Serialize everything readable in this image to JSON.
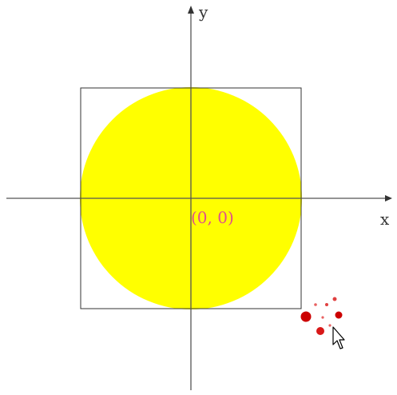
{
  "labels": {
    "x_axis": "x",
    "y_axis": "y",
    "origin": "(0, 0)"
  },
  "colors": {
    "circle_fill": "#ffff00",
    "square_stroke": "#333333",
    "axis_stroke": "#555555",
    "origin_text": "#e0508a",
    "click_dots": "#cc0000"
  },
  "icons": {
    "cursor": "arrow-cursor-icon",
    "click_effect": "click-splash-icon"
  }
}
